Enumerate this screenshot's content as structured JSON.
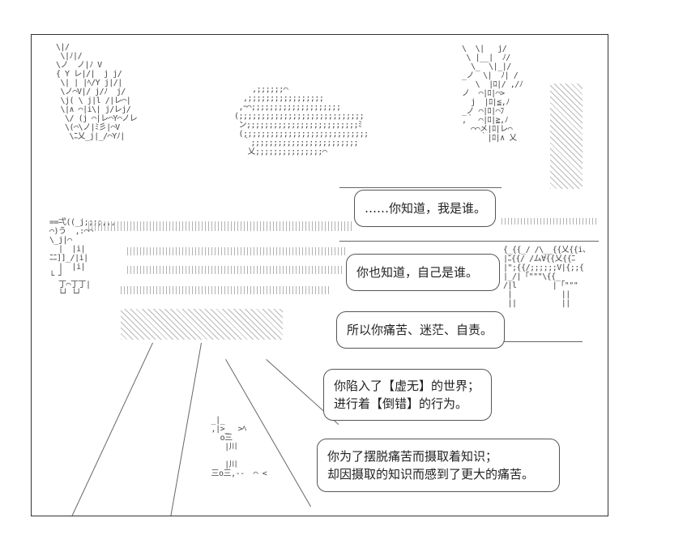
{
  "bubbles": [
    {
      "lines": [
        "……你知道，我是谁。"
      ]
    },
    {
      "lines": [
        "你也知道，自己是谁。"
      ]
    },
    {
      "lines": [
        "所以你痛苦、迷茫、自责。"
      ]
    },
    {
      "lines": [
        "你陷入了【虚无】的世界；",
        "进行着【倒错】的行为。"
      ]
    },
    {
      "lines": [
        "你为了摆脱痛苦而摄取着知识；",
        "却因摄取的知识而感到了更大的痛苦。"
      ]
    }
  ],
  "art": {
    "trees_left": "\\|/\n \\|ﾉ|/\n\\ノ  ノ|ﾉ V\n{ Y レ|/|  j j/\n \\| | |ﾍ/Y j|/|\n \\ノ⌒V|/ j/ﾉ  j/\n \\j( \\ j|l /|レ⌒|\n \\|∧ ⌒|i\\| j/レj/\n  \\/ (j ⌒|レ⌒Y⌒ノレ\n  \\(⌒\\ノ|ﾐ彡|⌒V\n   \\ﾆ乂_j|_/⌒Yﾉ|",
    "trees_right": "  \\  \\|   j/\n   \\ |__|  ﾉ/\n    \\_  \\|_|/\n  _ノ  \\|  ﾉ| /\n     \\  |ﾛ|/ ,/ﾉ\n  ノ  ⌒|ﾛ|⌒>\n    j  |ﾛ|≦,ﾉ\n  _ノ ⌒|ﾛ|⌒ﾌ\n  ,｀ ⌒|ﾛ|≧,ﾉ\n    ⌒⌒メ|ﾛ|レ⌒\n      ｀|ﾛ|∧ 乂",
    "bush": "    ,;;;;;;⌒\n  ,;;;;;;;;;;;;;;;;;\n ,ｰ⌒;;;;;;;;;;;;;;;;;;;;\n(;;;;;;;;;;;;;;;;;;;;;;;;;;;;\n ン;;;;;;;;;;;;;;;;;;;;;;;;;ﾐ\n (;;;;;;;;;;;;;;;;;;;;;;;;;;;;\n  ｀;;;;;;;;;;;;;;;;;;;;;;;;\n   乂;;;;;;;;;;;;;;;⌒",
    "house_left": "==弌((_j;;;;,,,\n⌒)う  ,:⌒⌒\n\\_j|⌒\n  |  |i|\nﾆﾆ]]_/|i|\n  |  |i|\n└ ┘\n  丁⌒丁丁|\n  └┘ └┘",
    "house_right": "{_{{_/ /\\__{{乂{{i、\n|ﾆ{{/ /ム∀{{乂{{ﾆ\n|\";{{/;;;;;;V|{;;{\n|_/|「\"\"\"\\{{_\n/|l        |「\"\"\"\n |           ||\n ||          ||",
    "ground": "   _|_\n   ,|>_  >ﾍ\n     o三\n      |川\n\n      |川\n   三o三,--  ⌒ <"
  }
}
